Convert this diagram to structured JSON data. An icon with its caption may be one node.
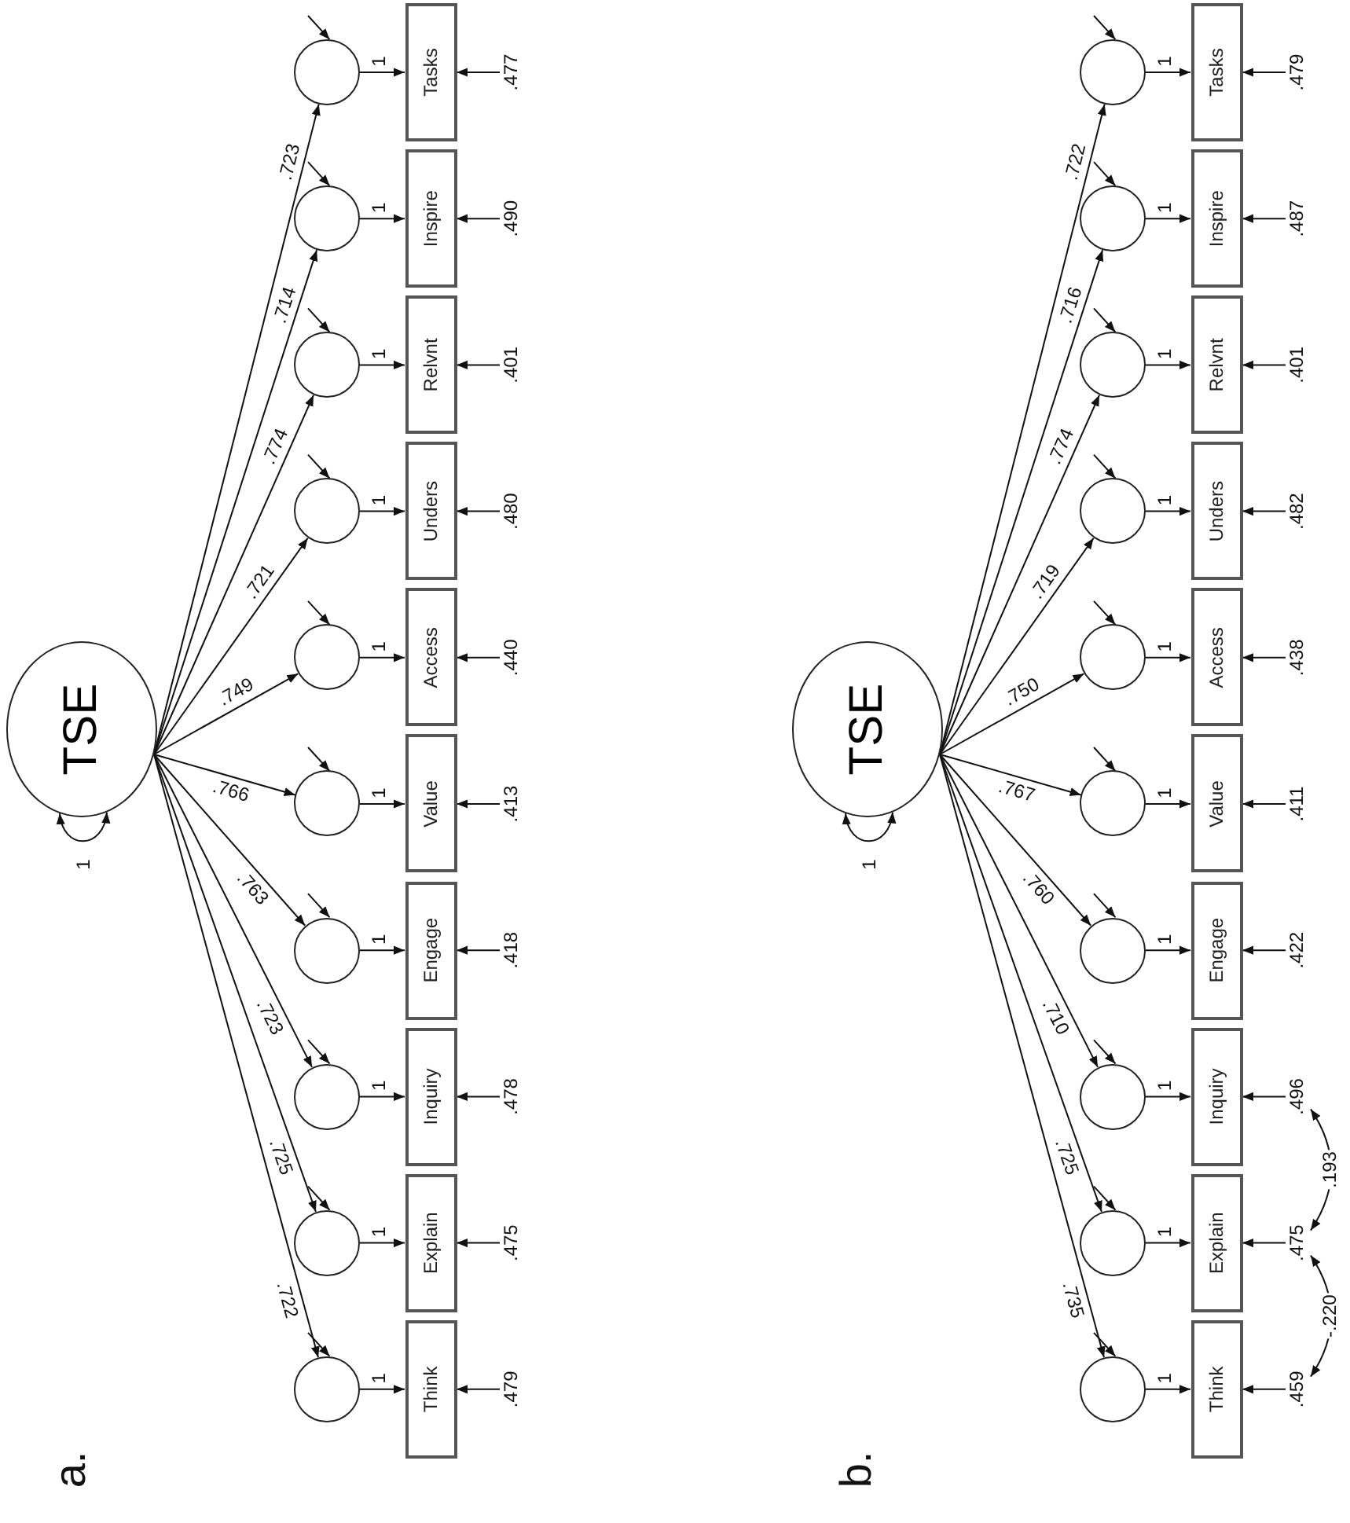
{
  "diagram": {
    "nodes": [
      {
        "text": [
          "TSE"
        ]
      },
      {
        "text": [],
        "shape": "circle"
      },
      {
        "text": [],
        "shape": "circle"
      },
      {
        "text": [],
        "shape": "circle"
      },
      {
        "text": [],
        "shape": "circle"
      },
      {
        "text": [],
        "shape": "circle"
      },
      {
        "text": [],
        "shape": "circle"
      },
      {
        "text": [],
        "shape": "circle"
      },
      {
        "text": [],
        "shape": "circle"
      },
      {
        "text": [],
        "shape": "circle"
      },
      {
        "text": [],
        "shape": "circle"
      },
      {
        "text": [
          "Tasks"
        ]
      },
      {
        "text": [
          "Inspire"
        ]
      },
      {
        "text": [
          "Relvnt"
        ]
      },
      {
        "text": [
          "Unders"
        ]
      },
      {
        "text": [
          "Access"
        ]
      },
      {
        "text": [
          "Value"
        ]
      },
      {
        "text": [
          "Engage"
        ]
      },
      {
        "text": [
          "Inquiry"
        ]
      },
      {
        "text": [
          "Explain"
        ]
      },
      {
        "text": [
          "Think"
        ]
      },
      {
        "text": [
          ".477"
        ]
      },
      {
        "text": [
          ".490"
        ]
      },
      {
        "text": [
          ".401"
        ]
      },
      {
        "text": [
          ".480"
        ]
      },
      {
        "text": [
          ".440"
        ]
      },
      {
        "text": [
          ".413"
        ]
      },
      {
        "text": [
          ".418"
        ]
      },
      {
        "text": [
          ".478"
        ]
      },
      {
        "text": [
          ".475"
        ]
      },
      {
        "text": [
          ".479"
        ]
      },
      {
        "text": [
          "TSE"
        ]
      },
      {
        "text": [],
        "shape": "circle"
      },
      {
        "text": [],
        "shape": "circle"
      },
      {
        "text": [],
        "shape": "circle"
      },
      {
        "text": [],
        "shape": "circle"
      },
      {
        "text": [],
        "shape": "circle"
      },
      {
        "text": [],
        "shape": "circle"
      },
      {
        "text": [],
        "shape": "circle"
      },
      {
        "text": [],
        "shape": "circle"
      },
      {
        "text": [],
        "shape": "circle"
      },
      {
        "text": [],
        "shape": "circle"
      },
      {
        "text": [
          "Tasks"
        ]
      },
      {
        "text": [
          "Inspire"
        ]
      },
      {
        "text": [
          "Relvnt"
        ]
      },
      {
        "text": [
          "Unders"
        ]
      },
      {
        "text": [
          "Access"
        ]
      },
      {
        "text": [
          "Value"
        ]
      },
      {
        "text": [
          "Engage"
        ]
      },
      {
        "text": [
          "Inquiry"
        ]
      },
      {
        "text": [
          "Explain"
        ]
      },
      {
        "text": [
          "Think"
        ]
      },
      {
        "text": [
          ".479"
        ]
      },
      {
        "text": [
          ".487"
        ]
      },
      {
        "text": [
          ".401"
        ]
      },
      {
        "text": [
          ".482"
        ]
      },
      {
        "text": [
          ".438"
        ]
      },
      {
        "text": [
          ".411"
        ]
      },
      {
        "text": [
          ".422"
        ]
      },
      {
        "text": [
          ".496"
        ]
      },
      {
        "text": [
          ".475"
        ]
      },
      {
        "text": [
          ".459"
        ]
      }
    ],
    "edges": [
      {
        "from": 0,
        "to": 0,
        "arrow": "both",
        "label": "1"
      },
      {
        "from": 0,
        "to": 1,
        "arrow": "to",
        "label": ".723"
      },
      {
        "from": null,
        "to": 1,
        "arrow": "to"
      },
      {
        "from": 1,
        "to": 11,
        "arrow": "to",
        "label": "1"
      },
      {
        "from": 21,
        "to": 11,
        "arrow": "to"
      },
      {
        "from": 0,
        "to": 2,
        "arrow": "to",
        "label": ".714"
      },
      {
        "from": null,
        "to": 2,
        "arrow": "to"
      },
      {
        "from": 2,
        "to": 12,
        "arrow": "to",
        "label": "1"
      },
      {
        "from": 22,
        "to": 12,
        "arrow": "to"
      },
      {
        "from": 0,
        "to": 3,
        "arrow": "to",
        "label": ".774"
      },
      {
        "from": null,
        "to": 3,
        "arrow": "to"
      },
      {
        "from": 3,
        "to": 13,
        "arrow": "to",
        "label": "1"
      },
      {
        "from": 23,
        "to": 13,
        "arrow": "to"
      },
      {
        "from": 0,
        "to": 4,
        "arrow": "to",
        "label": ".721"
      },
      {
        "from": null,
        "to": 4,
        "arrow": "to"
      },
      {
        "from": 4,
        "to": 14,
        "arrow": "to",
        "label": "1"
      },
      {
        "from": 24,
        "to": 14,
        "arrow": "to"
      },
      {
        "from": 0,
        "to": 5,
        "arrow": "to",
        "label": ".749"
      },
      {
        "from": null,
        "to": 5,
        "arrow": "to"
      },
      {
        "from": 5,
        "to": 15,
        "arrow": "to",
        "label": "1"
      },
      {
        "from": 25,
        "to": 15,
        "arrow": "to"
      },
      {
        "from": 0,
        "to": 6,
        "arrow": "to",
        "label": ".766"
      },
      {
        "from": null,
        "to": 6,
        "arrow": "to"
      },
      {
        "from": 6,
        "to": 16,
        "arrow": "to",
        "label": "1"
      },
      {
        "from": 26,
        "to": 16,
        "arrow": "to"
      },
      {
        "from": 0,
        "to": 7,
        "arrow": "to",
        "label": ".763"
      },
      {
        "from": null,
        "to": 7,
        "arrow": "to"
      },
      {
        "from": 7,
        "to": 17,
        "arrow": "to",
        "label": "1"
      },
      {
        "from": 27,
        "to": 17,
        "arrow": "to"
      },
      {
        "from": 0,
        "to": 8,
        "arrow": "to",
        "label": ".723"
      },
      {
        "from": null,
        "to": 8,
        "arrow": "to"
      },
      {
        "from": 8,
        "to": 18,
        "arrow": "to",
        "label": "1"
      },
      {
        "from": 28,
        "to": 18,
        "arrow": "to"
      },
      {
        "from": 0,
        "to": 9,
        "arrow": "to",
        "label": ".725"
      },
      {
        "from": null,
        "to": 9,
        "arrow": "to"
      },
      {
        "from": 9,
        "to": 19,
        "arrow": "to",
        "label": "1"
      },
      {
        "from": 29,
        "to": 19,
        "arrow": "to"
      },
      {
        "from": 0,
        "to": 10,
        "arrow": "to",
        "label": ".722"
      },
      {
        "from": null,
        "to": 10,
        "arrow": "to"
      },
      {
        "from": 10,
        "to": 20,
        "arrow": "to",
        "label": "1"
      },
      {
        "from": 30,
        "to": 20,
        "arrow": "to"
      },
      {
        "from": 31,
        "to": 31,
        "arrow": "both",
        "label": "1"
      },
      {
        "from": 31,
        "to": 32,
        "arrow": "to",
        "label": ".722"
      },
      {
        "from": null,
        "to": 32,
        "arrow": "to"
      },
      {
        "from": 32,
        "to": 42,
        "arrow": "to",
        "label": "1"
      },
      {
        "from": 52,
        "to": 42,
        "arrow": "to"
      },
      {
        "from": 31,
        "to": 33,
        "arrow": "to",
        "label": ".716"
      },
      {
        "from": null,
        "to": 33,
        "arrow": "to"
      },
      {
        "from": 33,
        "to": 43,
        "arrow": "to",
        "label": "1"
      },
      {
        "from": 53,
        "to": 43,
        "arrow": "to"
      },
      {
        "from": 31,
        "to": 34,
        "arrow": "to",
        "label": ".774"
      },
      {
        "from": null,
        "to": 34,
        "arrow": "to"
      },
      {
        "from": 34,
        "to": 44,
        "arrow": "to",
        "label": "1"
      },
      {
        "from": 54,
        "to": 44,
        "arrow": "to"
      },
      {
        "from": 31,
        "to": 35,
        "arrow": "to",
        "label": ".719"
      },
      {
        "from": null,
        "to": 35,
        "arrow": "to"
      },
      {
        "from": 35,
        "to": 45,
        "arrow": "to",
        "label": "1"
      },
      {
        "from": 55,
        "to": 45,
        "arrow": "to"
      },
      {
        "from": 31,
        "to": 36,
        "arrow": "to",
        "label": ".750"
      },
      {
        "from": null,
        "to": 36,
        "arrow": "to"
      },
      {
        "from": 36,
        "to": 46,
        "arrow": "to",
        "label": "1"
      },
      {
        "from": 56,
        "to": 46,
        "arrow": "to"
      },
      {
        "from": 31,
        "to": 37,
        "arrow": "to",
        "label": ".767"
      },
      {
        "from": null,
        "to": 37,
        "arrow": "to"
      },
      {
        "from": 37,
        "to": 47,
        "arrow": "to",
        "label": "1"
      },
      {
        "from": 57,
        "to": 47,
        "arrow": "to"
      },
      {
        "from": 31,
        "to": 38,
        "arrow": "to",
        "label": ".760"
      },
      {
        "from": null,
        "to": 38,
        "arrow": "to"
      },
      {
        "from": 38,
        "to": 48,
        "arrow": "to",
        "label": "1"
      },
      {
        "from": 58,
        "to": 48,
        "arrow": "to"
      },
      {
        "from": 31,
        "to": 39,
        "arrow": "to",
        "label": ".710"
      },
      {
        "from": null,
        "to": 39,
        "arrow": "to"
      },
      {
        "from": 39,
        "to": 49,
        "arrow": "to",
        "label": "1"
      },
      {
        "from": 59,
        "to": 49,
        "arrow": "to"
      },
      {
        "from": 31,
        "to": 40,
        "arrow": "to",
        "label": ".725"
      },
      {
        "from": null,
        "to": 40,
        "arrow": "to"
      },
      {
        "from": 40,
        "to": 50,
        "arrow": "to",
        "label": "1"
      },
      {
        "from": 60,
        "to": 50,
        "arrow": "to"
      },
      {
        "from": 31,
        "to": 41,
        "arrow": "to",
        "label": ".735"
      },
      {
        "from": null,
        "to": 41,
        "arrow": "to"
      },
      {
        "from": 41,
        "to": 51,
        "arrow": "to",
        "label": "1"
      },
      {
        "from": 61,
        "to": 51,
        "arrow": "to"
      },
      {
        "from": 61,
        "to": 60,
        "arrow": "both",
        "label": "-.220"
      },
      {
        "from": 60,
        "to": 59,
        "arrow": "both",
        "label": ".193"
      }
    ],
    "labels": [
      "a.",
      "b."
    ]
  }
}
